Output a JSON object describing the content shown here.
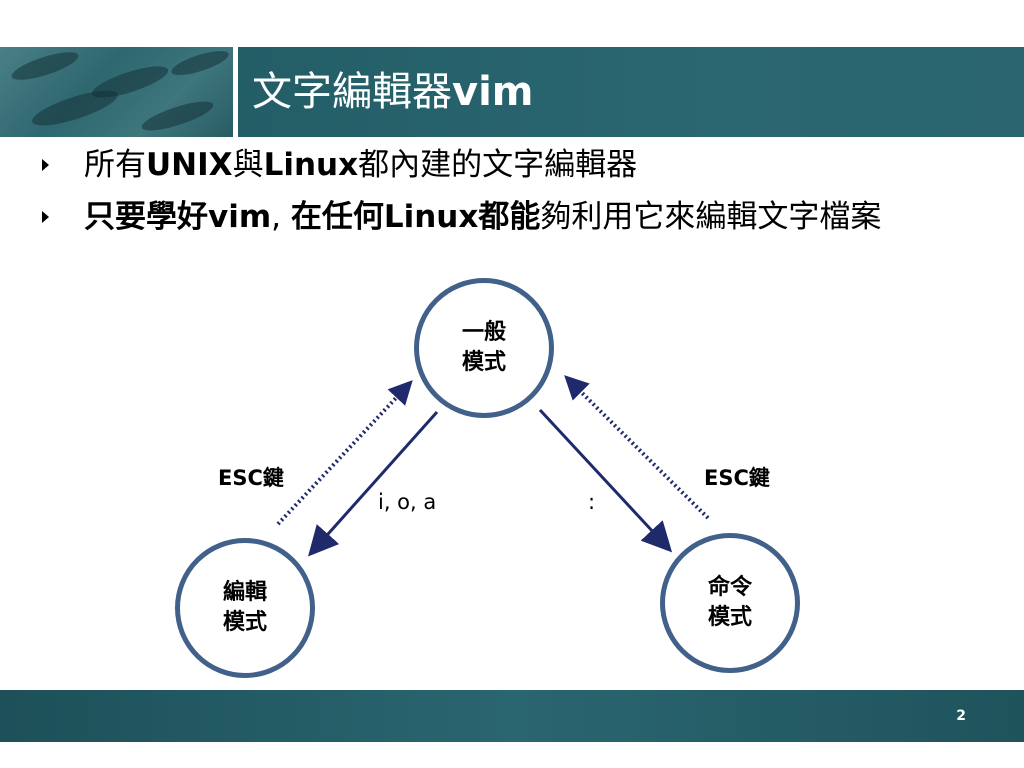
{
  "slide": {
    "title_cjk": "文字編輯器",
    "title_latin": "vim",
    "bullets": [
      {
        "parts": [
          "所有",
          "UNIX",
          "與",
          "Linux",
          "都",
          "內建的文字編輯器"
        ]
      },
      {
        "parts": [
          "只要學好",
          "vim",
          ",",
          "在任何",
          "Linux",
          "都能",
          "夠利用它來編輯文字檔案"
        ]
      }
    ],
    "page_number": "2"
  },
  "diagram": {
    "nodes": {
      "normal": "一般\n模式",
      "edit": "編輯\n模式",
      "command": "命令\n模式"
    },
    "labels": {
      "esc_left": "ESC鍵",
      "esc_right": "ESC鍵",
      "insert_keys": "i, o, a",
      "colon_key": ":"
    },
    "colors": {
      "node_border": "#41618a",
      "arrow": "#1f2a6b",
      "theme": "#2b6771"
    }
  }
}
